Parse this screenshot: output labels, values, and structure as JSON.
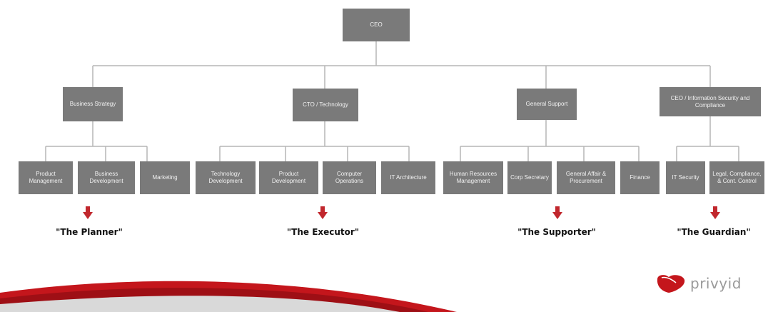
{
  "root": {
    "label": "CEO"
  },
  "departments": [
    {
      "label": "Business Strategy"
    },
    {
      "label": "CTO / Technology"
    },
    {
      "label": "General Support"
    },
    {
      "label": "CEO / Information Security and Compliance"
    }
  ],
  "units": [
    {
      "label": "Product Management"
    },
    {
      "label": "Business Development"
    },
    {
      "label": "Marketing"
    },
    {
      "label": "Technology Development"
    },
    {
      "label": "Product Development"
    },
    {
      "label": "Computer Operations"
    },
    {
      "label": "IT Architecture"
    },
    {
      "label": "Human Resources Management"
    },
    {
      "label": "Corp Secretary"
    },
    {
      "label": "General Affair & Procurement"
    },
    {
      "label": "Finance"
    },
    {
      "label": "IT Security"
    },
    {
      "label": "Legal, Compliance, & Cont. Control"
    }
  ],
  "roles": [
    {
      "label": "\"The Planner\""
    },
    {
      "label": "\"The Executor\""
    },
    {
      "label": "\"The Supporter\""
    },
    {
      "label": "\"The Guardian\""
    }
  ],
  "logo": {
    "text": "privyid"
  },
  "colors": {
    "box": "#7a7a7a",
    "line": "#b5b5b5",
    "arrow": "#c1272d",
    "swoosh": "#c4161c"
  }
}
